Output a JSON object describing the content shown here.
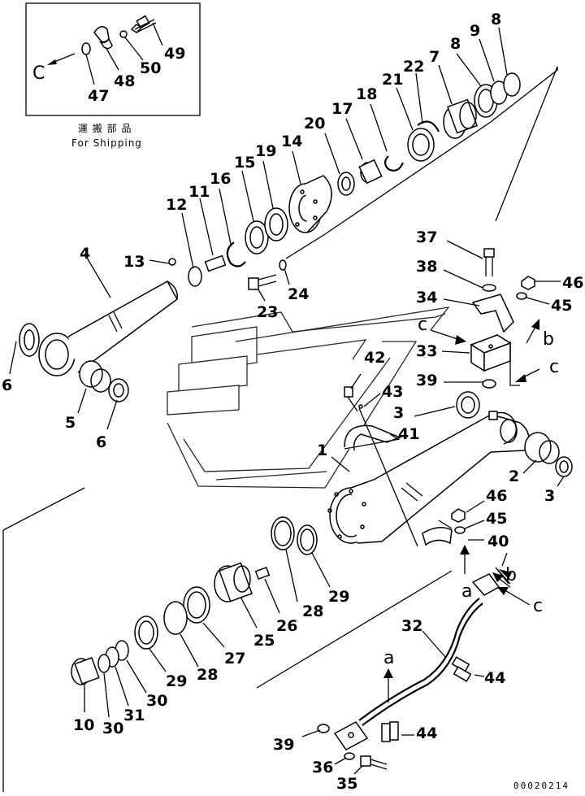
{
  "inset": {
    "caption_jp": "運 搬 部 品",
    "caption_en": "For Shipping",
    "arrow_label": "C",
    "labels": {
      "p47": "47",
      "p48": "48",
      "p49": "49",
      "p50": "50"
    }
  },
  "part_labels": {
    "p1": "1",
    "p2": "2",
    "p3a": "3",
    "p3b": "3",
    "p4": "4",
    "p5": "5",
    "p6a": "6",
    "p6b": "6",
    "p7": "7",
    "p8a": "8",
    "p8b": "8",
    "p9": "9",
    "p10": "10",
    "p11": "11",
    "p12": "12",
    "p13": "13",
    "p14": "14",
    "p15": "15",
    "p16": "16",
    "p17": "17",
    "p18": "18",
    "p19": "19",
    "p20": "20",
    "p21": "21",
    "p22": "22",
    "p23": "23",
    "p24": "24",
    "p25": "25",
    "p26": "26",
    "p27": "27",
    "p28a": "28",
    "p28b": "28",
    "p29a": "29",
    "p29b": "29",
    "p30a": "30",
    "p30b": "30",
    "p31": "31",
    "p32": "32",
    "p33": "33",
    "p34": "34",
    "p35": "35",
    "p36": "36",
    "p37": "37",
    "p38": "38",
    "p39a": "39",
    "p39b": "39",
    "p40": "40",
    "p41": "41",
    "p42": "42",
    "p43": "43",
    "p44a": "44",
    "p44b": "44",
    "p45a": "45",
    "p45b": "45",
    "p46a": "46",
    "p46b": "46"
  },
  "arrow_labels": {
    "c_block": "c",
    "b_bracket": "b",
    "c_right": "c",
    "a_clamp": "a",
    "b_hose": "b",
    "c_hose": "c",
    "a_hose": "a"
  },
  "drawing_code": "00020214"
}
